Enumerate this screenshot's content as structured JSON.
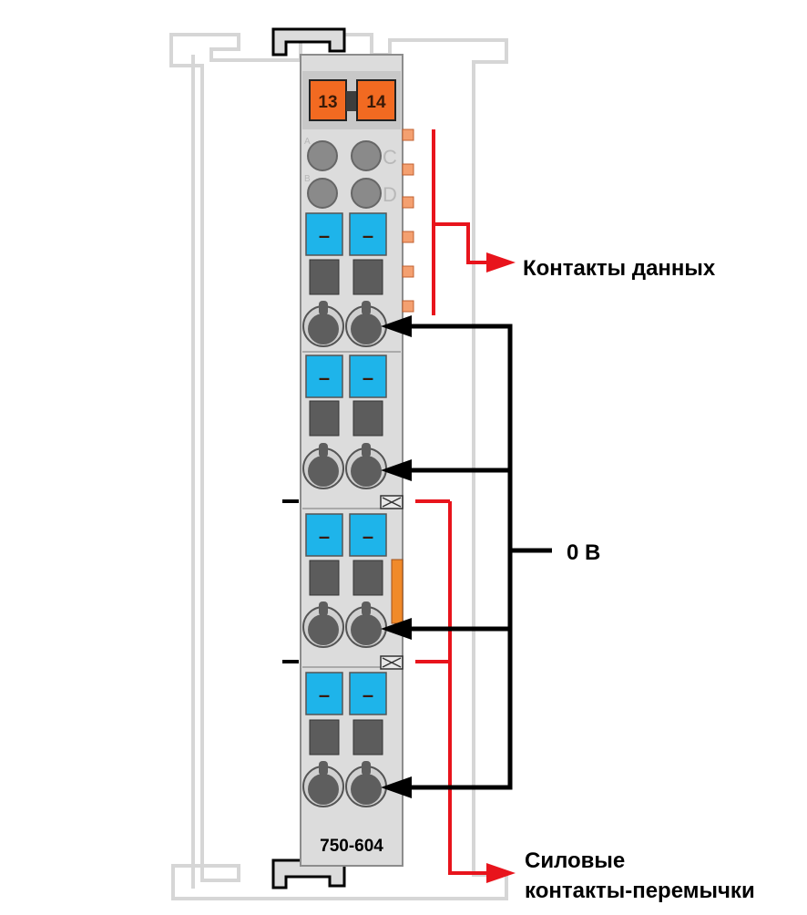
{
  "module": {
    "model": "750-604",
    "ident_left": "13",
    "ident_right": "14",
    "led_letters": [
      "A",
      "B",
      "C",
      "D"
    ],
    "clamp_mark": "–"
  },
  "labels": {
    "data_contacts": "Контакты данных",
    "voltage": "0 В",
    "power_jumper_line1": "Силовые",
    "power_jumper_line2": "контакты-перемычки"
  },
  "colors": {
    "housing": "#dcdcdc",
    "clamp_blue": "#1eb4ea",
    "ident_orange": "#f26a21",
    "data_contact": "#f4a070",
    "callout_red": "#e8141c",
    "callout_black": "#000000"
  }
}
